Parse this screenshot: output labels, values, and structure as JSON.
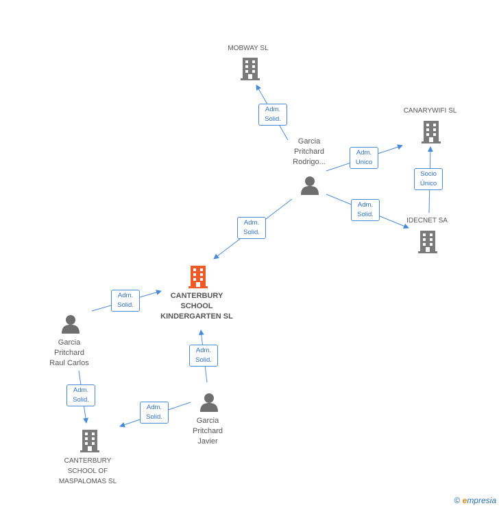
{
  "nodes": {
    "mobway": {
      "name": "MOBWAY SL"
    },
    "canarywifi": {
      "name": "CANARYWIFI SL"
    },
    "idecnet": {
      "name": "IDECNET SA"
    },
    "canterbury_kinder": {
      "line1": "CANTERBURY",
      "line2": "SCHOOL",
      "line3": "KINDERGARTEN SL"
    },
    "canterbury_maspalomas": {
      "line1": "CANTERBURY",
      "line2": "SCHOOL OF",
      "line3": "MASPALOMAS SL"
    },
    "garcia_rodrigo": {
      "line1": "Garcia",
      "line2": "Pritchard",
      "line3": "Rodrigo..."
    },
    "garcia_raul": {
      "line1": "Garcia",
      "line2": "Pritchard",
      "line3": "Raul Carlos"
    },
    "garcia_javier": {
      "line1": "Garcia",
      "line2": "Pritchard",
      "line3": "Javier"
    }
  },
  "edges": {
    "rodrigo_mobway": {
      "line1": "Adm.",
      "line2": "Solid."
    },
    "rodrigo_canarywifi": {
      "line1": "Adm.",
      "line2": "Unico"
    },
    "rodrigo_idecnet": {
      "line1": "Adm.",
      "line2": "Solid."
    },
    "idecnet_canarywifi": {
      "line1": "Socio",
      "line2": "Único"
    },
    "rodrigo_kinder": {
      "line1": "Adm.",
      "line2": "Solid."
    },
    "raul_kinder": {
      "line1": "Adm.",
      "line2": "Solid."
    },
    "raul_maspalomas": {
      "line1": "Adm.",
      "line2": "Solid."
    },
    "javier_kinder": {
      "line1": "Adm.",
      "line2": "Solid."
    },
    "javier_maspalomas": {
      "line1": "Adm.",
      "line2": "Solid."
    }
  },
  "colors": {
    "company": "#7a7a7a",
    "focus": "#f05a28",
    "person": "#6e6e6e",
    "edge": "#4a8bd8"
  },
  "footer": {
    "copyright": "©",
    "brand_first": "e",
    "brand_rest": "mpresia"
  }
}
